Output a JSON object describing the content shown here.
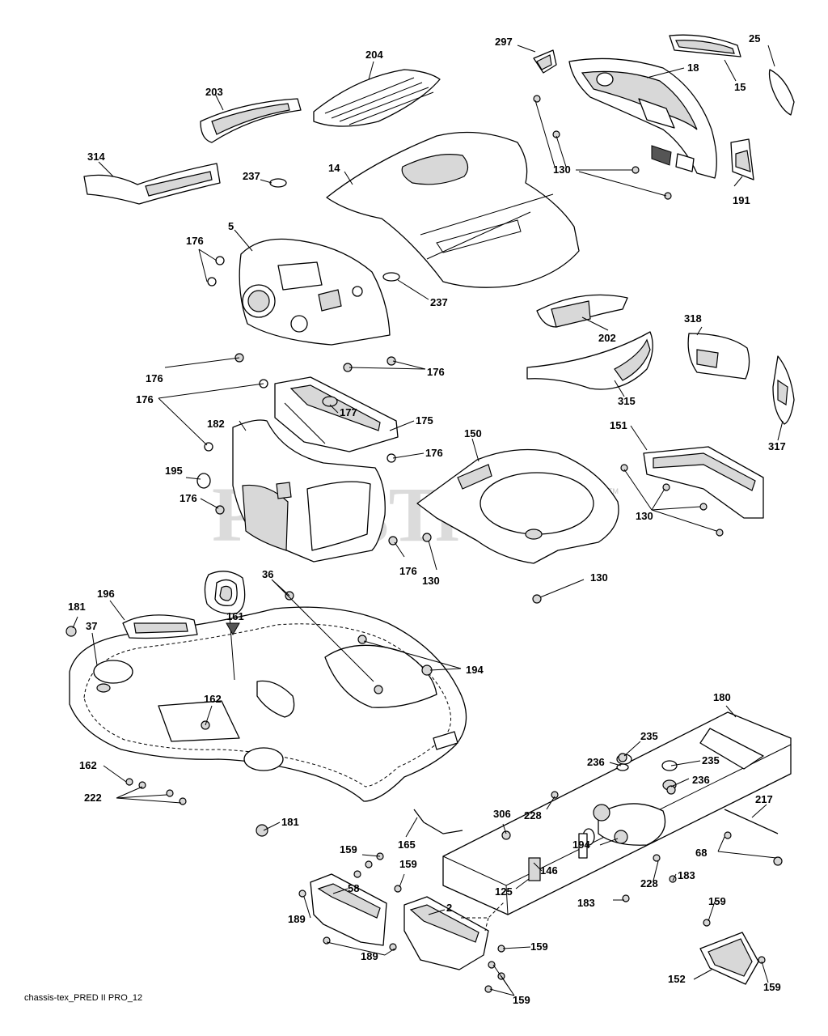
{
  "watermark": {
    "text": "PartsTree",
    "tm": "TM"
  },
  "footer": "chassis-tex_PRED II PRO_12",
  "labels": {
    "l297": "297",
    "l25": "25",
    "l18": "18",
    "l15": "15",
    "l204": "204",
    "l203": "203",
    "l130a": "130",
    "l191": "191",
    "l314": "314",
    "l237a": "237",
    "l14": "14",
    "l176a": "176",
    "l5": "5",
    "l237b": "237",
    "l202": "202",
    "l318": "318",
    "l176b": "176",
    "l176c": "176",
    "l315": "315",
    "l317": "317",
    "l176d": "176",
    "l177": "177",
    "l182": "182",
    "l175": "175",
    "l150": "150",
    "l151": "151",
    "l176e": "176",
    "l195": "195",
    "l176f": "176",
    "l130b": "130",
    "l176g": "176",
    "l130c": "130",
    "l130d": "130",
    "l36": "36",
    "l196": "196",
    "l181a": "181",
    "l37": "37",
    "l161": "161",
    "l194a": "194",
    "l180": "180",
    "l162a": "162",
    "l235a": "235",
    "l236a": "236",
    "l235b": "235",
    "l236b": "236",
    "l162b": "162",
    "l222": "222",
    "l228a": "228",
    "l217": "217",
    "l306": "306",
    "l194b": "194",
    "l68": "68",
    "l181b": "181",
    "l165": "165",
    "l159a": "159",
    "l146": "146",
    "l159b": "159",
    "l125": "125",
    "l228b": "228",
    "l183a": "183",
    "l58": "58",
    "l2": "2",
    "l183b": "183",
    "l159c": "159",
    "l189a": "189",
    "l159d": "159",
    "l189b": "189",
    "l152": "152",
    "l159e": "159",
    "l159f": "159"
  }
}
